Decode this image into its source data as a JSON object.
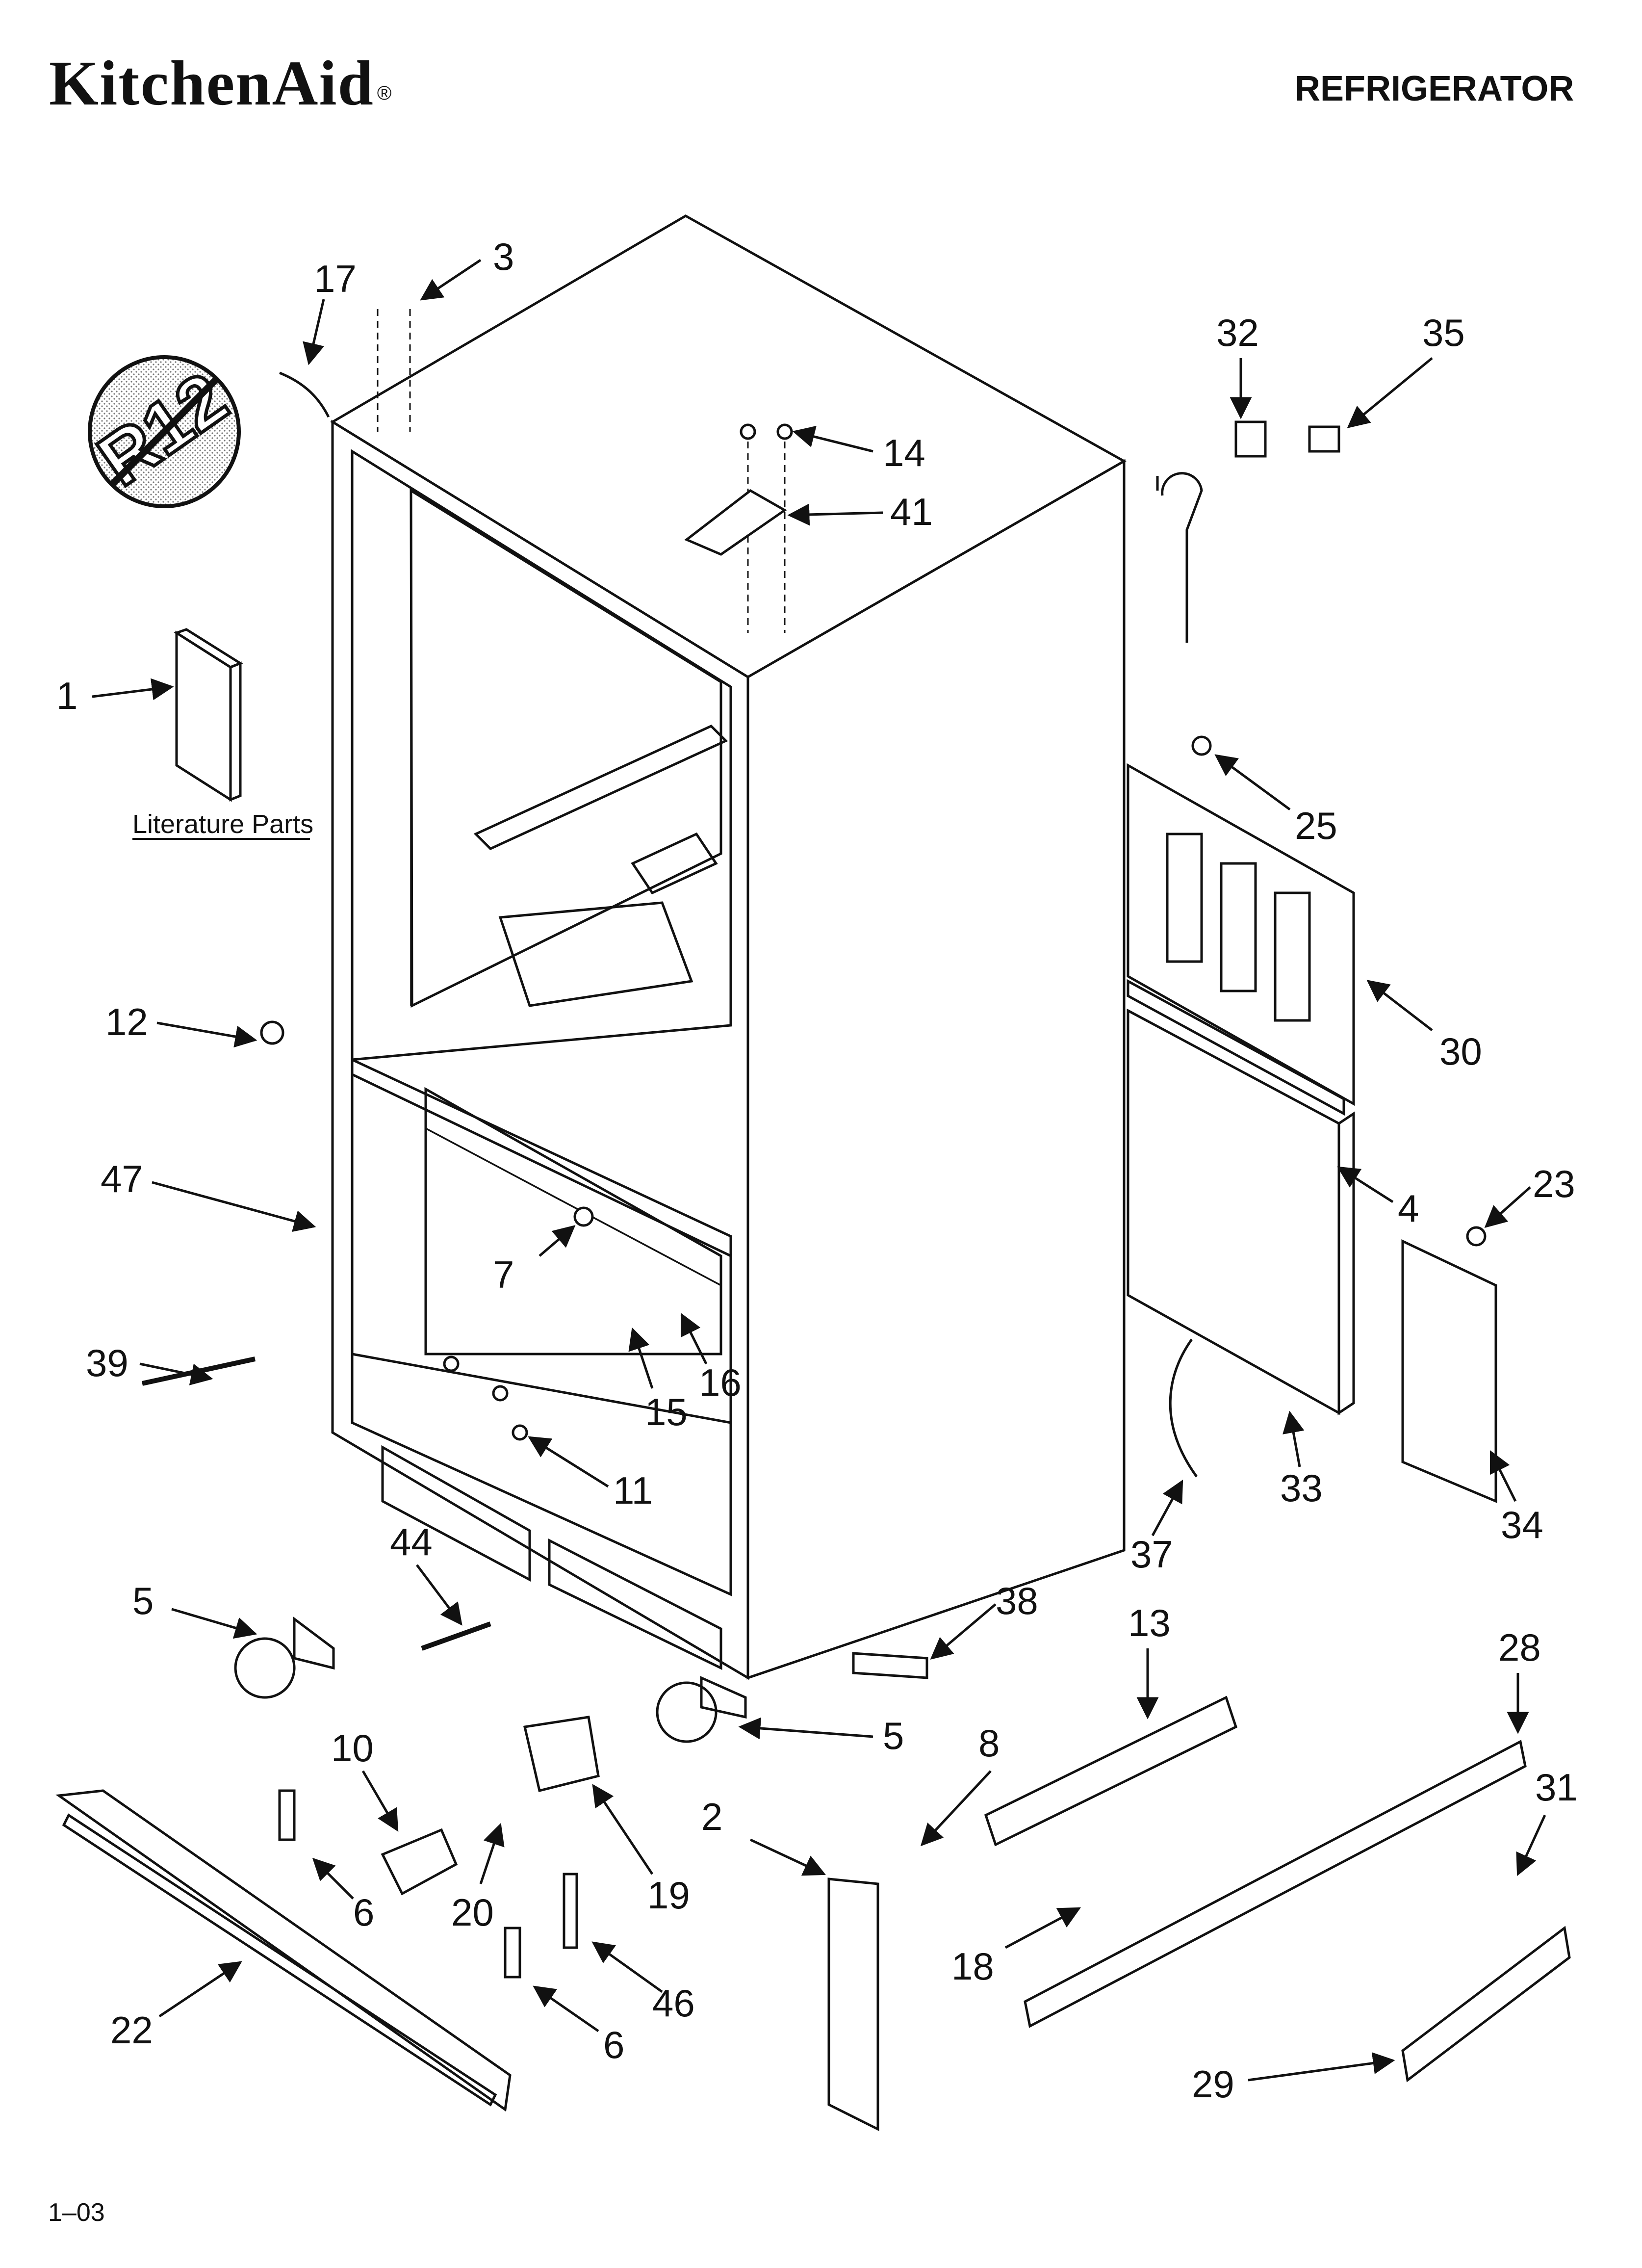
{
  "header": {
    "brand": "KitchenAid",
    "brand_mark": "®",
    "title": "REFRIGERATOR"
  },
  "footer": {
    "revision": "1–03"
  },
  "badge": {
    "text": "R12"
  },
  "literature_label": "Literature Parts",
  "callouts": [
    "1",
    "2",
    "3",
    "4",
    "5",
    "5",
    "6",
    "6",
    "7",
    "8",
    "10",
    "11",
    "12",
    "13",
    "14",
    "15",
    "16",
    "17",
    "18",
    "19",
    "20",
    "22",
    "23",
    "25",
    "28",
    "29",
    "30",
    "31",
    "32",
    "33",
    "34",
    "35",
    "37",
    "38",
    "39",
    "41",
    "44",
    "46",
    "47"
  ]
}
